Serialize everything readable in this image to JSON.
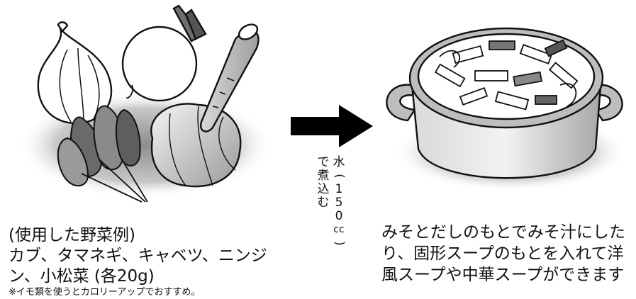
{
  "left_caption": {
    "line1": "(使用した野菜例)",
    "line2": "カブ、タマネギ、キャベツ、ニンジ",
    "line3": "ン、小松菜 (各20g)",
    "note": "※イモ類を使うとカロリーアップでおすすめ。"
  },
  "middle_label": {
    "col1": [
      "水",
      "(",
      "1",
      "5",
      "0",
      "cc",
      ")"
    ],
    "col2": [
      "で",
      "煮",
      "込",
      "む"
    ]
  },
  "right_caption": {
    "line1": "みそとだしのもとでみそ汁にした",
    "line2": "り、固形スープのもとを入れて洋",
    "line3": "風スープや中華スープができます"
  },
  "colors": {
    "ink": "#111111",
    "shadow": "#c9c9c9",
    "pot_gray": "#bdbdbd",
    "veg_dark": "#6e6e6e"
  },
  "icons": [
    "vegetables-illustration",
    "arrow-right-icon",
    "soup-pot-illustration"
  ]
}
